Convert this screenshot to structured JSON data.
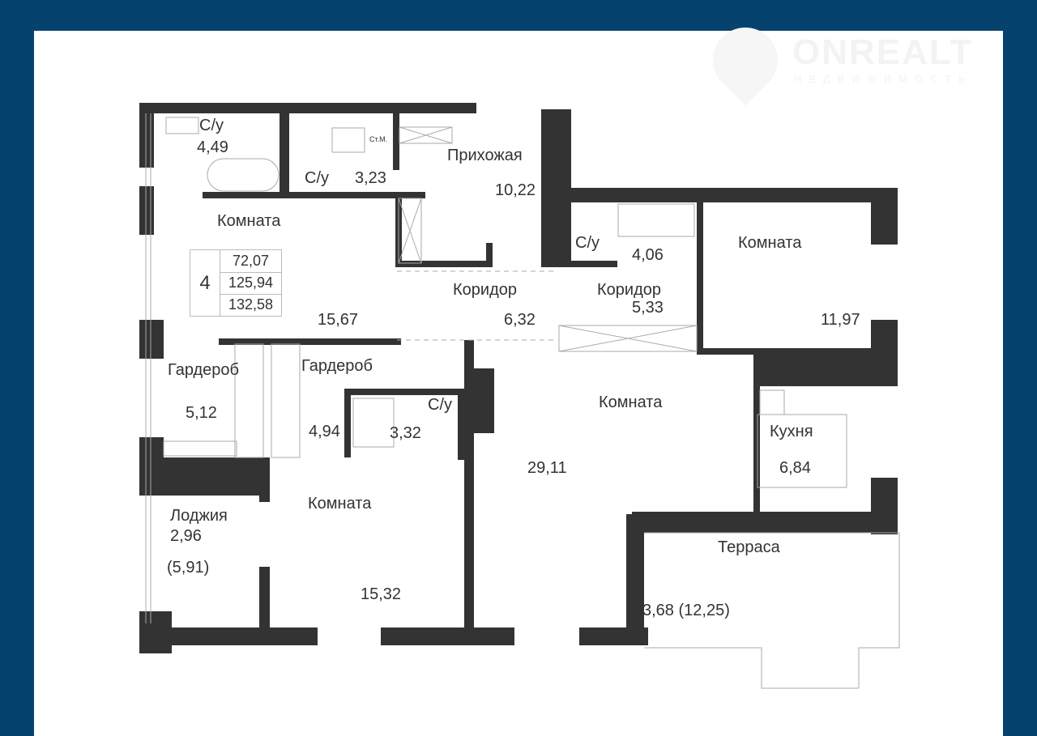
{
  "watermark": {
    "brand": "ONREALT",
    "tagline": "НЕДВИЖИМОСТЬ"
  },
  "summary": {
    "rooms": "4",
    "living_area": "72,07",
    "total_area": "125,94",
    "total_area_with_outdoor": "132,58"
  },
  "rooms": [
    {
      "name": "С/у",
      "area": "4,49"
    },
    {
      "name": "С/у",
      "area": "3,23",
      "appliance": "Ст.М."
    },
    {
      "name": "Прихожая",
      "area": "10,22"
    },
    {
      "name": "Комната",
      "area": "15,67"
    },
    {
      "name": "Коридор",
      "area": "6,32"
    },
    {
      "name": "С/у",
      "area": "4,06"
    },
    {
      "name": "Коридор",
      "area": "5,33"
    },
    {
      "name": "Комната",
      "area": "11,97"
    },
    {
      "name": "Гардероб",
      "area": "5,12"
    },
    {
      "name": "Гардероб",
      "area": "4,94"
    },
    {
      "name": "С/у",
      "area": "3,32"
    },
    {
      "name": "Комната",
      "area": "29,11"
    },
    {
      "name": "Кухня",
      "area": "6,84"
    },
    {
      "name": "Лоджия",
      "area": "2,96",
      "area_full": "(5,91)"
    },
    {
      "name": "Комната",
      "area": "15,32"
    },
    {
      "name": "Терраса",
      "area": "3,68 (12,25)"
    }
  ],
  "colors": {
    "frame": "#06426e",
    "wall": "#333333",
    "background": "#ffffff"
  }
}
